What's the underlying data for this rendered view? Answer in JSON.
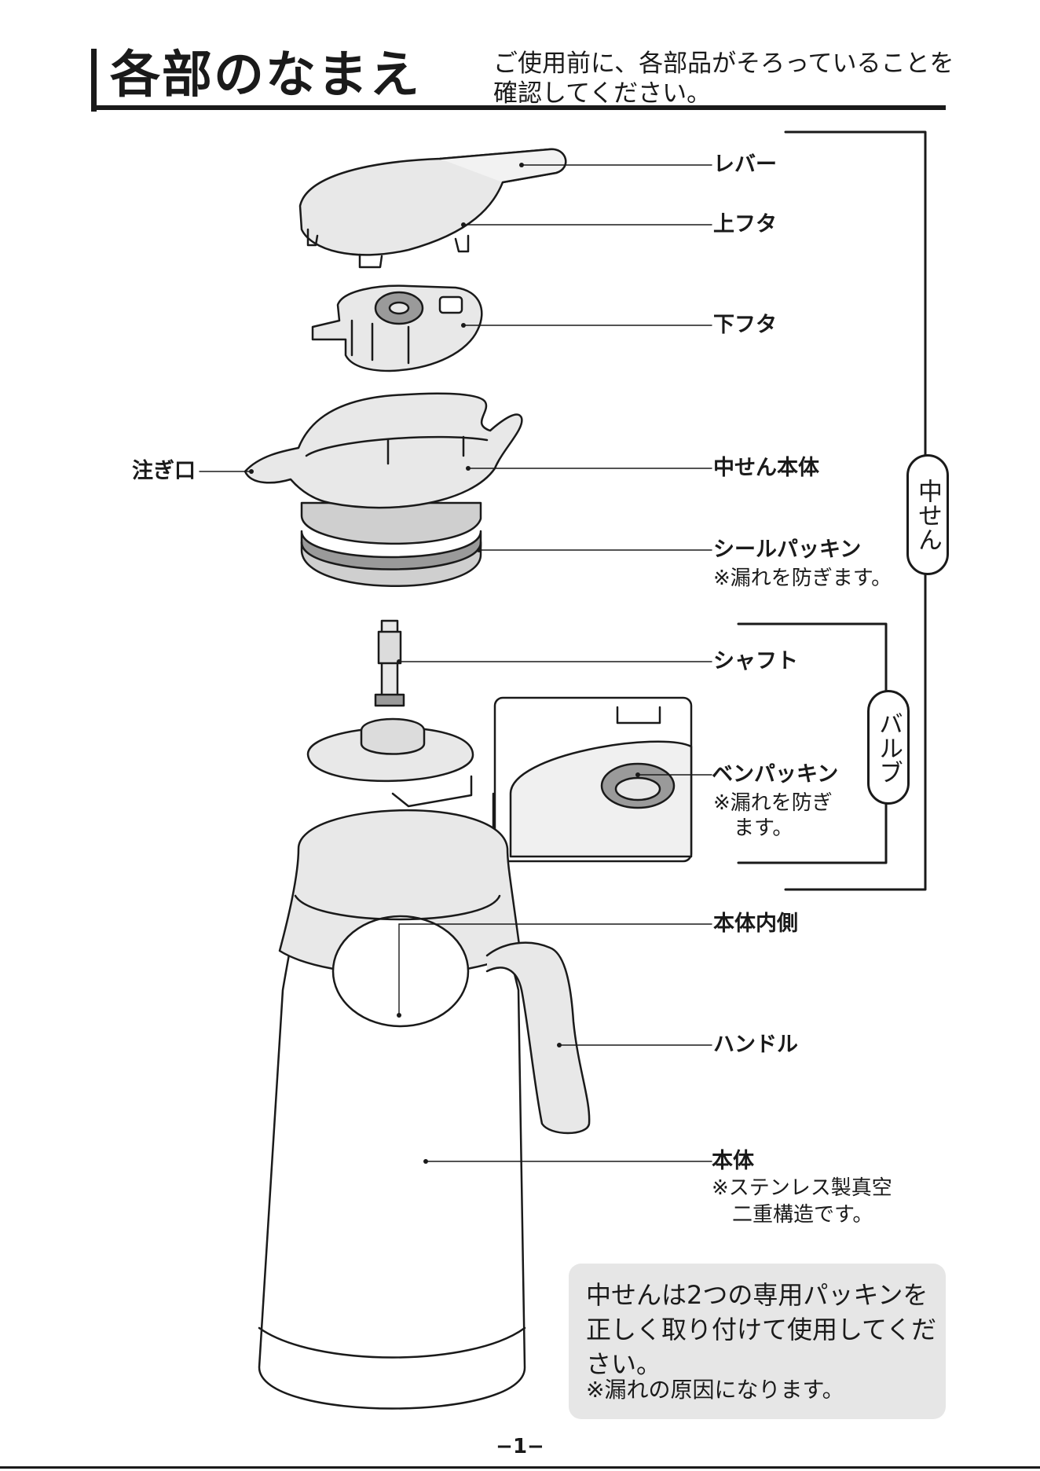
{
  "header": {
    "title": "各部のなまえ",
    "intro_line1": "ご使用前に、各部品がそろっていることを",
    "intro_line2": "確認してください。"
  },
  "parts": {
    "lever": "レバー",
    "top_lid": "上フタ",
    "bottom_lid": "下フタ",
    "spout": "注ぎ口",
    "stopper_body": "中せん本体",
    "seal_packing": "シールパッキン",
    "seal_packing_note": "※漏れを防ぎます。",
    "shaft": "シャフト",
    "valve_packing": "ベンパッキン",
    "valve_packing_note_line1": "※漏れを防ぎ",
    "valve_packing_note_line2": "ます。",
    "body_inner": "本体内側",
    "handle": "ハンドル",
    "body": "本体",
    "body_note_line1": "※ステンレス製真空",
    "body_note_line2": "二重構造です。"
  },
  "groups": {
    "stopper": "中せん",
    "valve": "バルブ"
  },
  "callout": {
    "main": "中せんは2つの専用パッキンを正しく取り付けて使用してください。",
    "note": "※漏れの原因になります。"
  },
  "footer": {
    "page": "−1−"
  }
}
